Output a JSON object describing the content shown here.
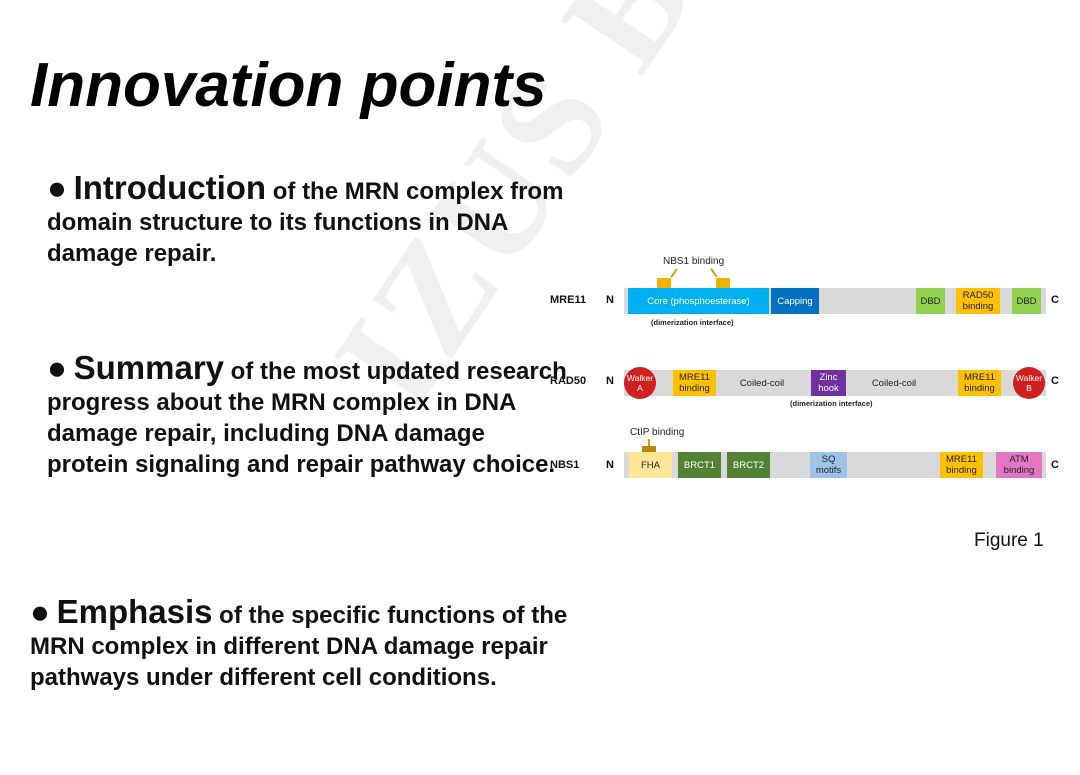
{
  "watermark": "IZUS B",
  "title": "Innovation points",
  "bullets": [
    {
      "lead": "Introduction",
      "rest": " of the MRN complex from domain structure to its functions in DNA damage repair."
    },
    {
      "lead": "Summary",
      "rest": " of the most updated research progress about the MRN complex in DNA damage repair, including DNA damage protein signaling and repair pathway choice."
    },
    {
      "lead": "Emphasis",
      "rest": " of  the specific functions of the MRN complex in different DNA damage repair pathways under different cell conditions."
    }
  ],
  "bullet_symbol": "●",
  "diagram": {
    "n_label": "N",
    "c_label": "C",
    "mre11": {
      "name": "MRE11",
      "above_label": "NBS1 binding",
      "below_label": "(dimerization interface)",
      "domains": {
        "core": "Core (phosphoesterase)",
        "capping": "Capping",
        "dbd1": "DBD",
        "rad50": "RAD50 binding",
        "dbd2": "DBD"
      }
    },
    "rad50": {
      "name": "RAD50",
      "below_label": "(dimerization interface)",
      "domains": {
        "walker_a": "Walker A",
        "mre11_1": "MRE11 binding",
        "coil1": "Coiled-coil",
        "zinc": "Zinc hook",
        "coil2": "Coiled-coil",
        "mre11_2": "MRE11 binding",
        "walker_b": "Walker B"
      }
    },
    "nbs1": {
      "name": "NBS1",
      "above_label": "CtIP binding",
      "domains": {
        "fha": "FHA",
        "brct1": "BRCT1",
        "brct2": "BRCT2",
        "sq": "SQ motifs",
        "mre11": "MRE11 binding",
        "atm": "ATM binding"
      }
    },
    "caption": "Figure 1"
  },
  "colors": {
    "core": "#00b0f0",
    "capping": "#0070c0",
    "dbd": "#92d050",
    "binding": "#ffc000",
    "walker": "#d01f1f",
    "zinc": "#7030a0",
    "fha": "#ffe699",
    "brct": "#548235",
    "sq": "#9dc3e6",
    "atm": "#e377c2",
    "bar": "#d9d9d9"
  }
}
